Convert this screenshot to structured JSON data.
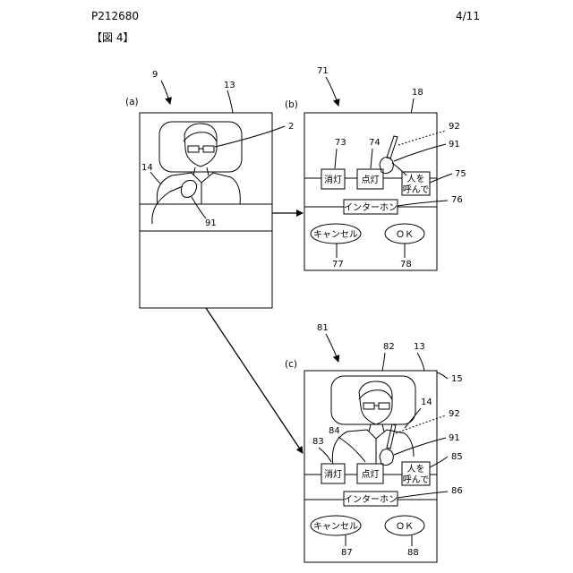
{
  "header": {
    "doc_id": "P212680",
    "page": "4/11",
    "figure": "【図 4】"
  },
  "panels": {
    "a": {
      "tag": "(a)",
      "ref_arrow": "9",
      "ref_screen": "13",
      "ref_glasses": "2",
      "ref_person": "14",
      "ref_hand": "91"
    },
    "b": {
      "tag": "(b)",
      "ref_arrow": "71",
      "ref_panel": "18",
      "ref_dotted": "92",
      "ref_hand": "91",
      "ref_off": "73",
      "ref_on": "74",
      "ref_call": "75",
      "ref_intercom": "76",
      "ref_cancel": "77",
      "ref_ok": "78",
      "buttons": {
        "off": "消灯",
        "on": "点灯",
        "call_line1": "人を",
        "call_line2": "呼んで",
        "intercom": "インターホン",
        "cancel": "キャンセル",
        "ok": "ＯＫ"
      }
    },
    "c": {
      "tag": "(c)",
      "ref_arrow": "81",
      "ref_face": "82",
      "ref_screen": "13",
      "ref_panel": "15",
      "ref_person": "14",
      "ref_dotted": "92",
      "ref_hand": "91",
      "ref_off": "83",
      "ref_on": "84",
      "ref_call": "85",
      "ref_intercom": "86",
      "ref_cancel": "87",
      "ref_ok": "88",
      "buttons": {
        "off": "消灯",
        "on": "点灯",
        "call_line1": "人を",
        "call_line2": "呼んで",
        "intercom": "インターホン",
        "cancel": "キャンセル",
        "ok": "ＯＫ"
      }
    }
  }
}
